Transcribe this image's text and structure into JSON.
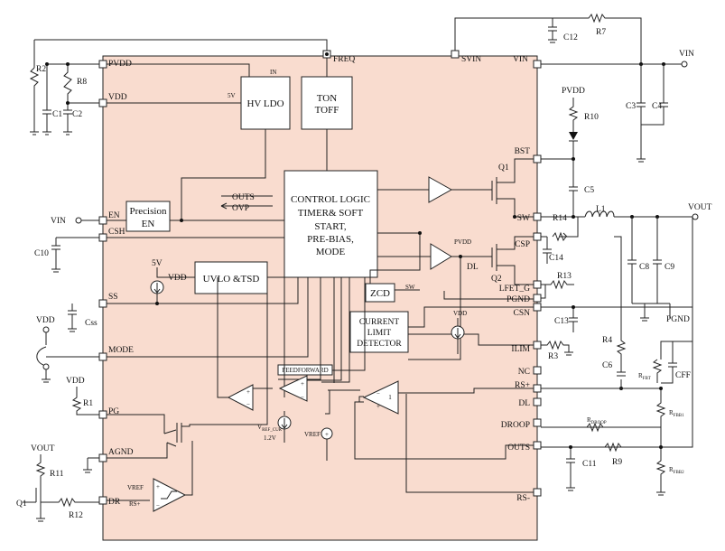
{
  "chip": {
    "fill": "#f9dccf"
  },
  "blocks": {
    "hvldo": "HV LDO",
    "ton": [
      "TON",
      "TOFF"
    ],
    "precision": [
      "Precision",
      "EN"
    ],
    "control": [
      "CONTROL LOGIC",
      "TIMER& SOFT",
      "START,",
      "PRE-BIAS,",
      "MODE"
    ],
    "uvlo": "UVLO &TSD",
    "zcd": "ZCD",
    "currlim": [
      "CURRENT",
      "LIMIT",
      "DETECTOR"
    ],
    "feedforward": "FEEDFORWARD"
  },
  "pins": {
    "pvdd": "PVDD",
    "vdd": "VDD",
    "en": "EN",
    "csh": "CSH",
    "ss": "SS",
    "mode": "MODE",
    "pg": "PG",
    "agnd": "AGND",
    "dr": "DR",
    "freq": "FREQ",
    "svin": "SVIN",
    "vin": "VIN",
    "bst": "BST",
    "sw": "SW",
    "csp": "CSP",
    "lfet_g": "LFET_G",
    "pgnd": "PGND",
    "csn": "CSN",
    "ilim": "ILIM",
    "nc": "NC",
    "rsplus": "RS+",
    "dl": "DL",
    "droop": "DROOP",
    "outs": "OUTS",
    "rsminus": "RS-"
  },
  "labels": {
    "in": "IN",
    "fivev": "5V",
    "outs": "OUTS",
    "ovp": "OVP",
    "vin_left": "VIN",
    "c10": "C10",
    "fivev_src": "5V",
    "vdd_uvlo": "VDD",
    "vdd_mode": "VDD",
    "css": "Css",
    "vdd_pg": "VDD",
    "r1": "R1",
    "vout_left": "VOUT",
    "r11": "R11",
    "q1_left": "Q1",
    "r12": "R12",
    "vref_cmp": "VREF",
    "rsplus_cmp": "RS+",
    "vref_cur": "V",
    "vref_cur_sub": "REF_CUR",
    "vref_cur_val": "1.2V",
    "vref_src": "VREF",
    "vdd_csn": "VDD",
    "sw_zcd": "SW",
    "pvdd_dl": "PVDD",
    "dl_net": "DL",
    "q1": "Q1",
    "q2": "Q2",
    "gain_one": "1",
    "r2": "R2",
    "r8": "R8",
    "c1": "C1",
    "c2": "C2",
    "c12": "C12",
    "r7": "R7",
    "vin_right": "VIN",
    "c3": "C3",
    "c4": "C4",
    "pvdd_top": "PVDD",
    "r10": "R10",
    "c5": "C5",
    "l1": "L1",
    "vout_right": "VOUT",
    "r14": "R14",
    "c14": "C14",
    "c8": "C8",
    "c9": "C9",
    "r13": "R13",
    "c13": "C13",
    "pgnd_right": "PGND",
    "r3": "R3",
    "r4": "R4",
    "c6": "C6",
    "rfbt": "R",
    "rfbt_sub": "FBT",
    "cff": "CFF",
    "rfbb1": "R",
    "rfbb1_sub": "FBB1",
    "rdroop": "R",
    "rdroop_sub": "DROOP",
    "c11": "C11",
    "r9": "R9",
    "rfbb2": "R",
    "rfbb2_sub": "FBB2"
  }
}
